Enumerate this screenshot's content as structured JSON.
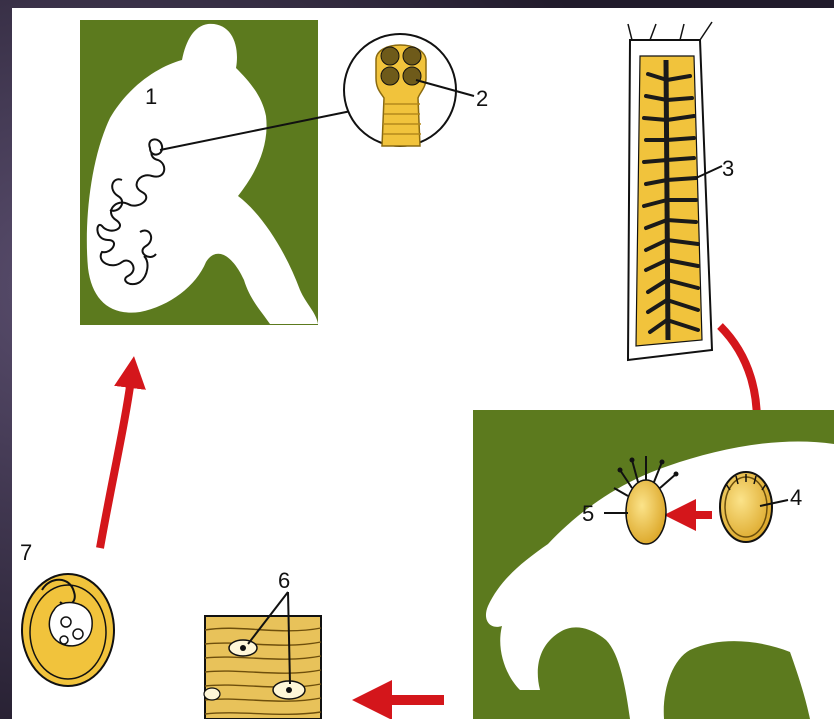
{
  "labels": {
    "l1": "1",
    "l2": "2",
    "l3": "3",
    "l4": "4",
    "l5": "5",
    "l6": "6",
    "l7": "7"
  },
  "colors": {
    "background": "#2b2436",
    "panel": "#ffffff",
    "olive": "#5c7a1e",
    "yellow": "#f1c33c",
    "arrow": "#d4161b",
    "outline": "#111111"
  }
}
